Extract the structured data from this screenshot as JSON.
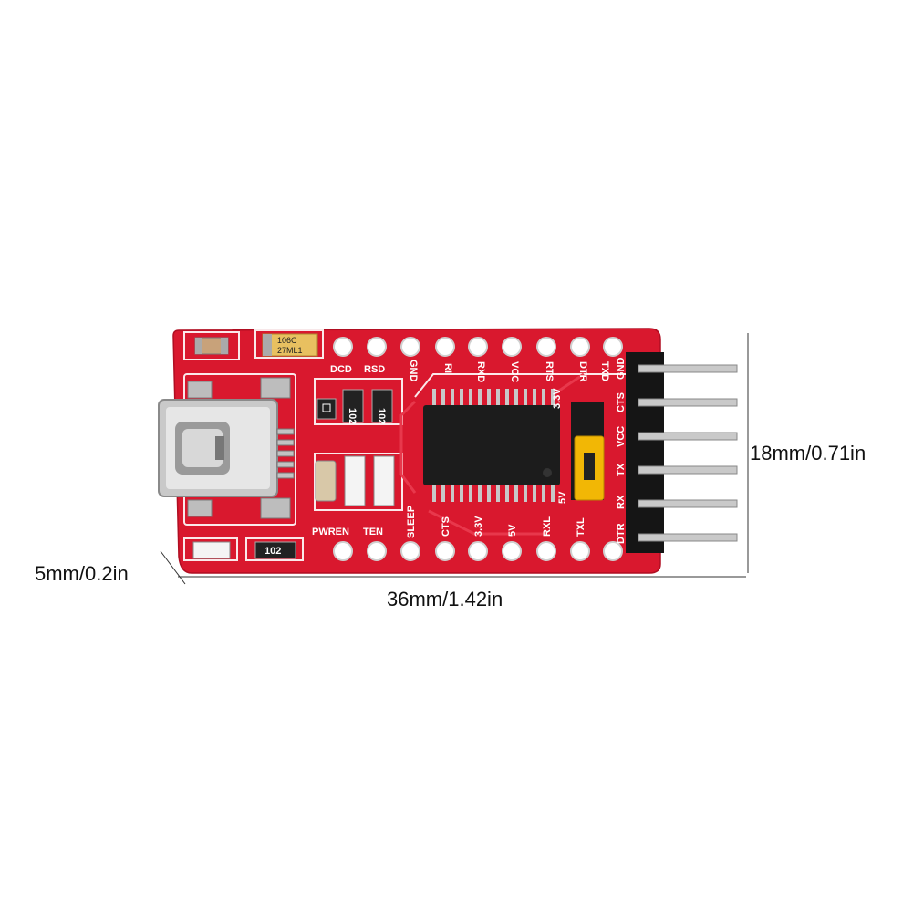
{
  "dimensions": {
    "height_label": "18mm/0.71in",
    "thickness_label": "5mm/0.2in",
    "length_label": "36mm/1.42in"
  },
  "board": {
    "color": "#d9182e",
    "top_labels": [
      "DCD",
      "RSD",
      "GND",
      "RI",
      "RXD",
      "VCC",
      "RTS",
      "DTR",
      "TXD"
    ],
    "bottom_labels": [
      "PWREN",
      "TEN",
      "SLEEP",
      "CTS",
      "3.3V",
      "5V",
      "RXL",
      "TXL"
    ],
    "header_labels": [
      "GND",
      "CTS",
      "VCC",
      "TX",
      "RX",
      "DTR"
    ],
    "jumper_labels": [
      "3.3V",
      "5V"
    ],
    "resistor_labels": [
      "102",
      "102",
      "102"
    ],
    "capacitor_label_1": "106C",
    "capacitor_label_2": "27ML1"
  }
}
